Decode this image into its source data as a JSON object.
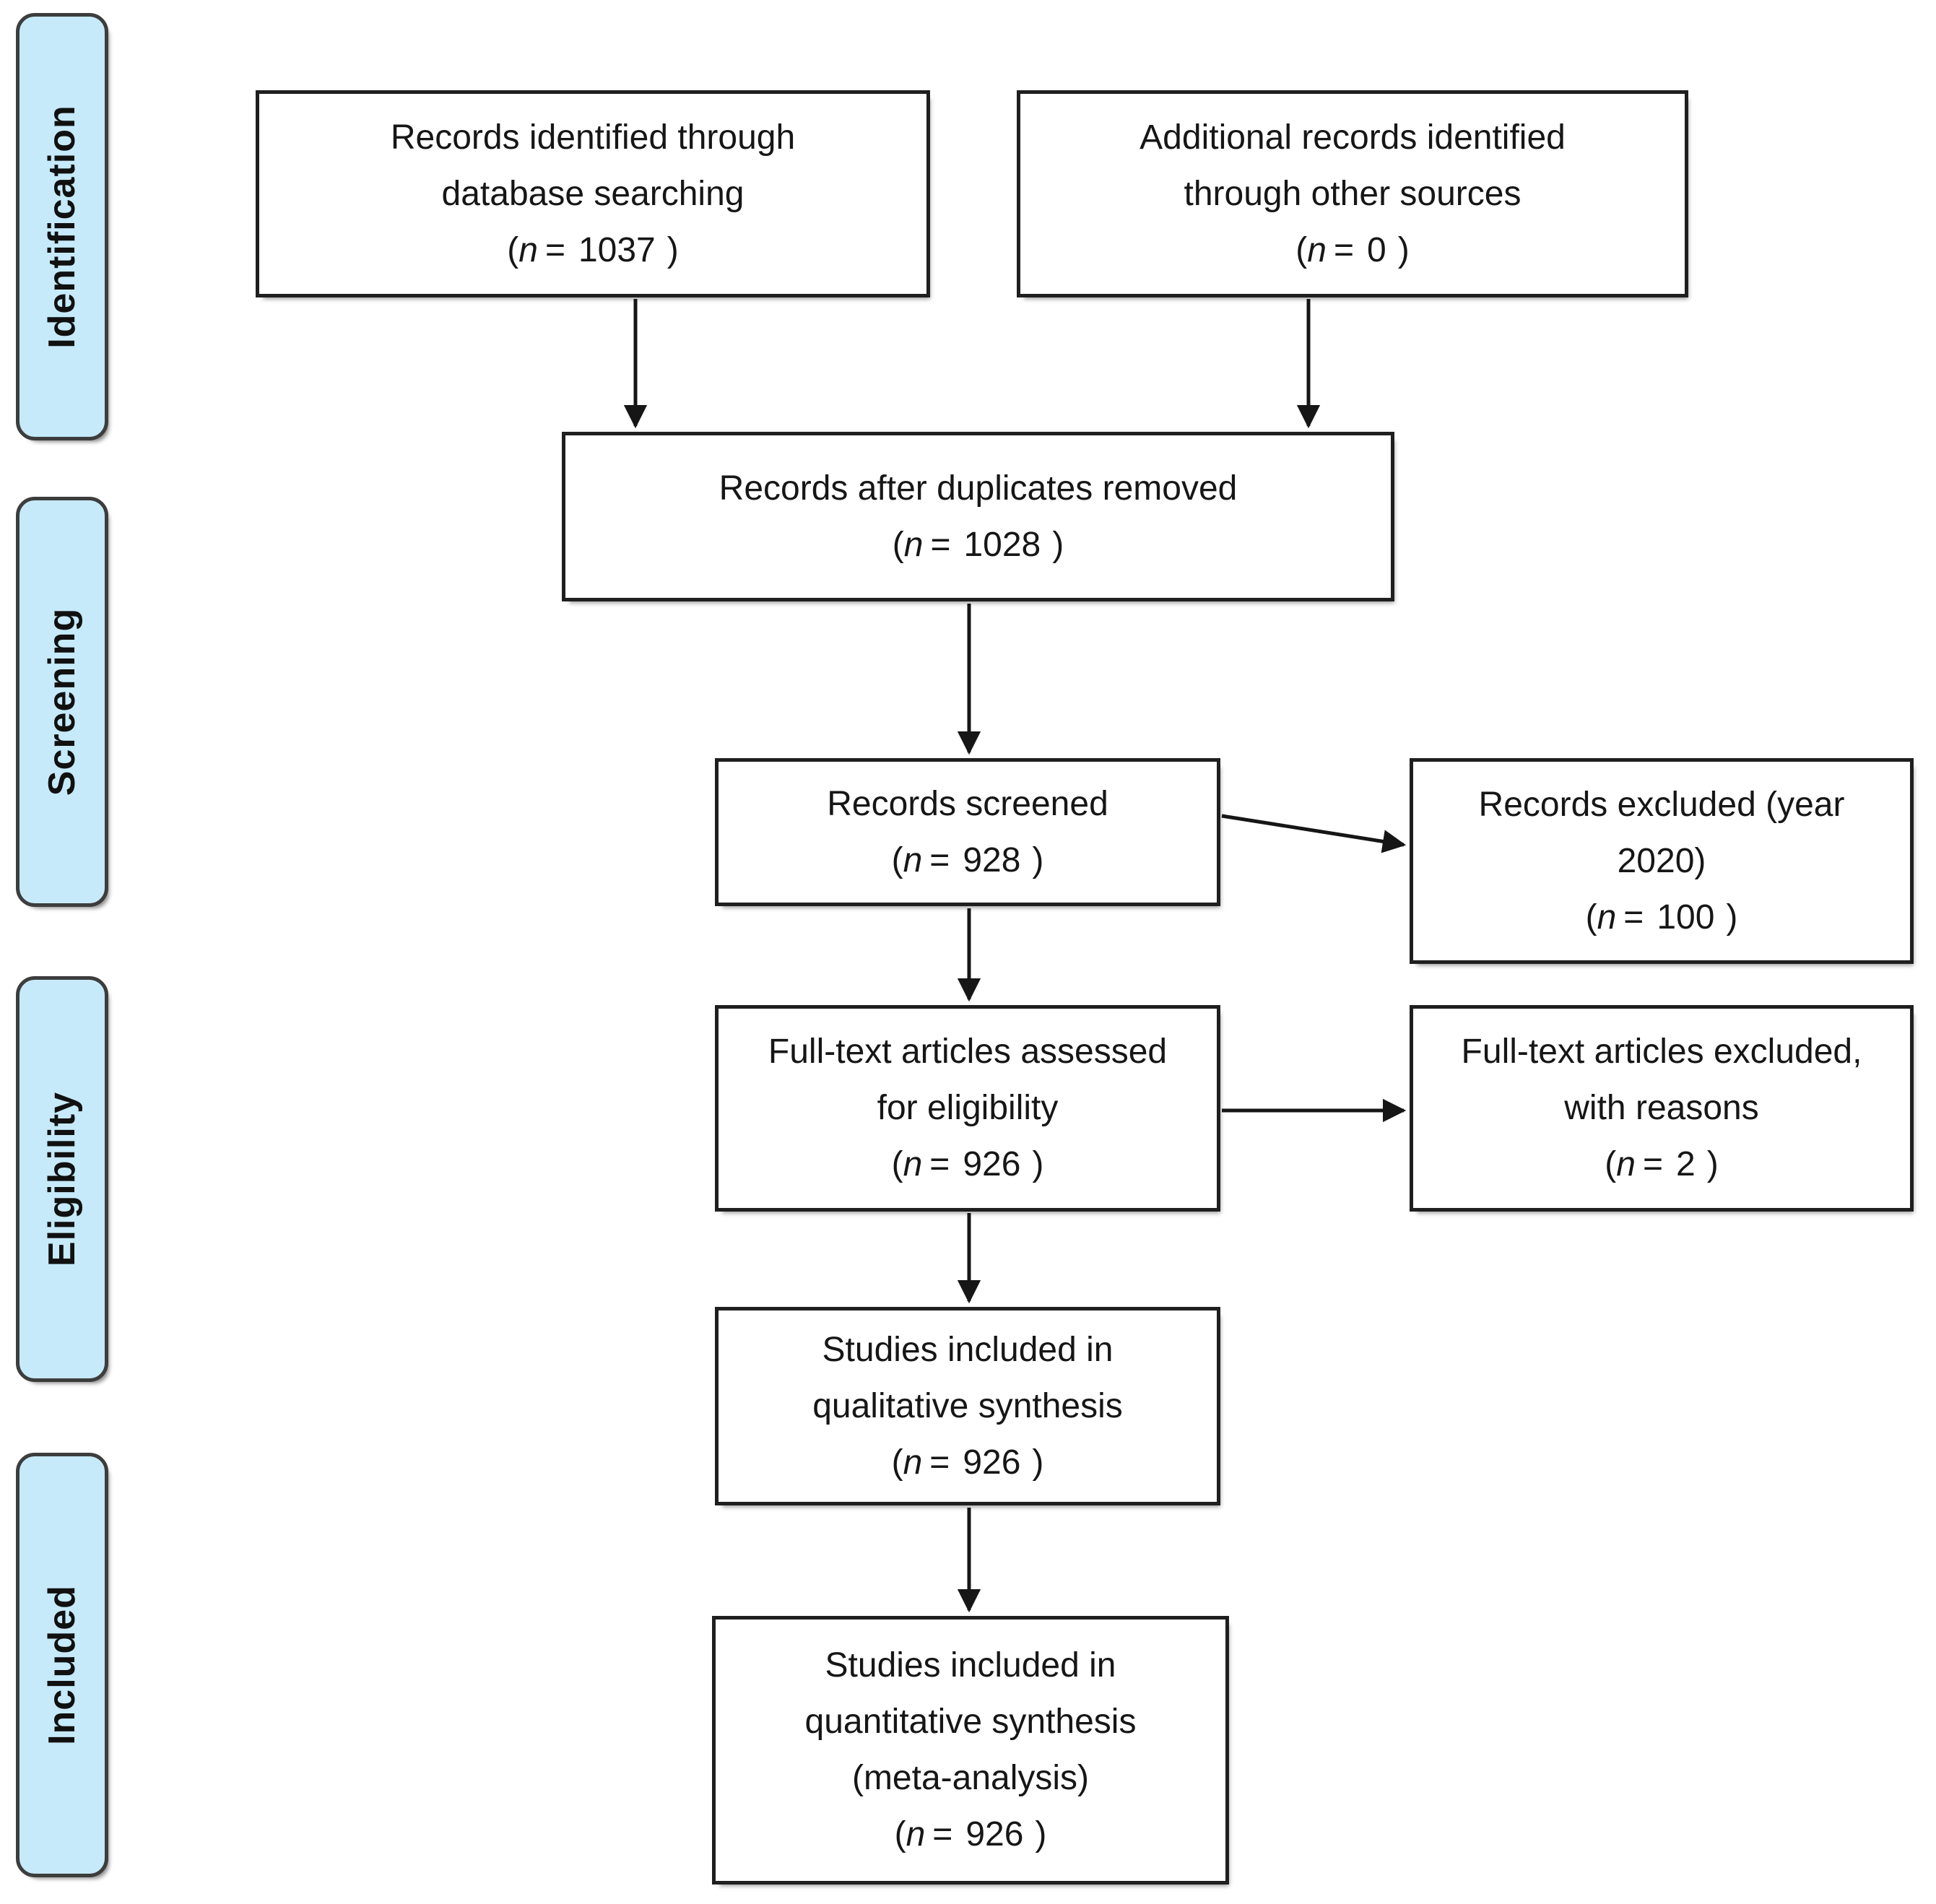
{
  "diagram": {
    "type": "prisma-flow",
    "colors": {
      "stage_fill": "#c6eaf9",
      "stage_border": "#3d3d3d",
      "box_border": "#1f1f1f",
      "box_fill": "#ffffff",
      "text": "#161616",
      "arrow": "#161616"
    }
  },
  "n_format": {
    "open": "(",
    "symbol": "n",
    "equals": "=",
    "close": ")"
  },
  "sidebar": {
    "items": [
      {
        "label": "Identification"
      },
      {
        "label": "Screening"
      },
      {
        "label": "Eligibility"
      },
      {
        "label": "Included"
      }
    ]
  },
  "boxes": {
    "records_identified": {
      "lines": [
        "Records identified through",
        "database searching"
      ],
      "n": "1037"
    },
    "additional_records": {
      "lines": [
        "Additional records identified",
        "through other sources"
      ],
      "n": "0"
    },
    "duplicates_removed": {
      "lines": [
        "Records after duplicates removed"
      ],
      "n": "1028"
    },
    "records_screened": {
      "lines": [
        "Records screened"
      ],
      "n": "928"
    },
    "records_excluded": {
      "lines": [
        "Records excluded (year",
        "2020)"
      ],
      "n": "100"
    },
    "fulltext_assessed": {
      "lines": [
        "Full-text articles assessed",
        "for eligibility"
      ],
      "n": "926"
    },
    "fulltext_excluded": {
      "lines": [
        "Full-text articles excluded,",
        "with reasons"
      ],
      "n": "2"
    },
    "qualitative_synthesis": {
      "lines": [
        "Studies included in",
        "qualitative synthesis"
      ],
      "n": "926"
    },
    "quantitative_synthesis": {
      "lines": [
        "Studies included in",
        "quantitative synthesis",
        "(meta-analysis)"
      ],
      "n": "926"
    }
  }
}
